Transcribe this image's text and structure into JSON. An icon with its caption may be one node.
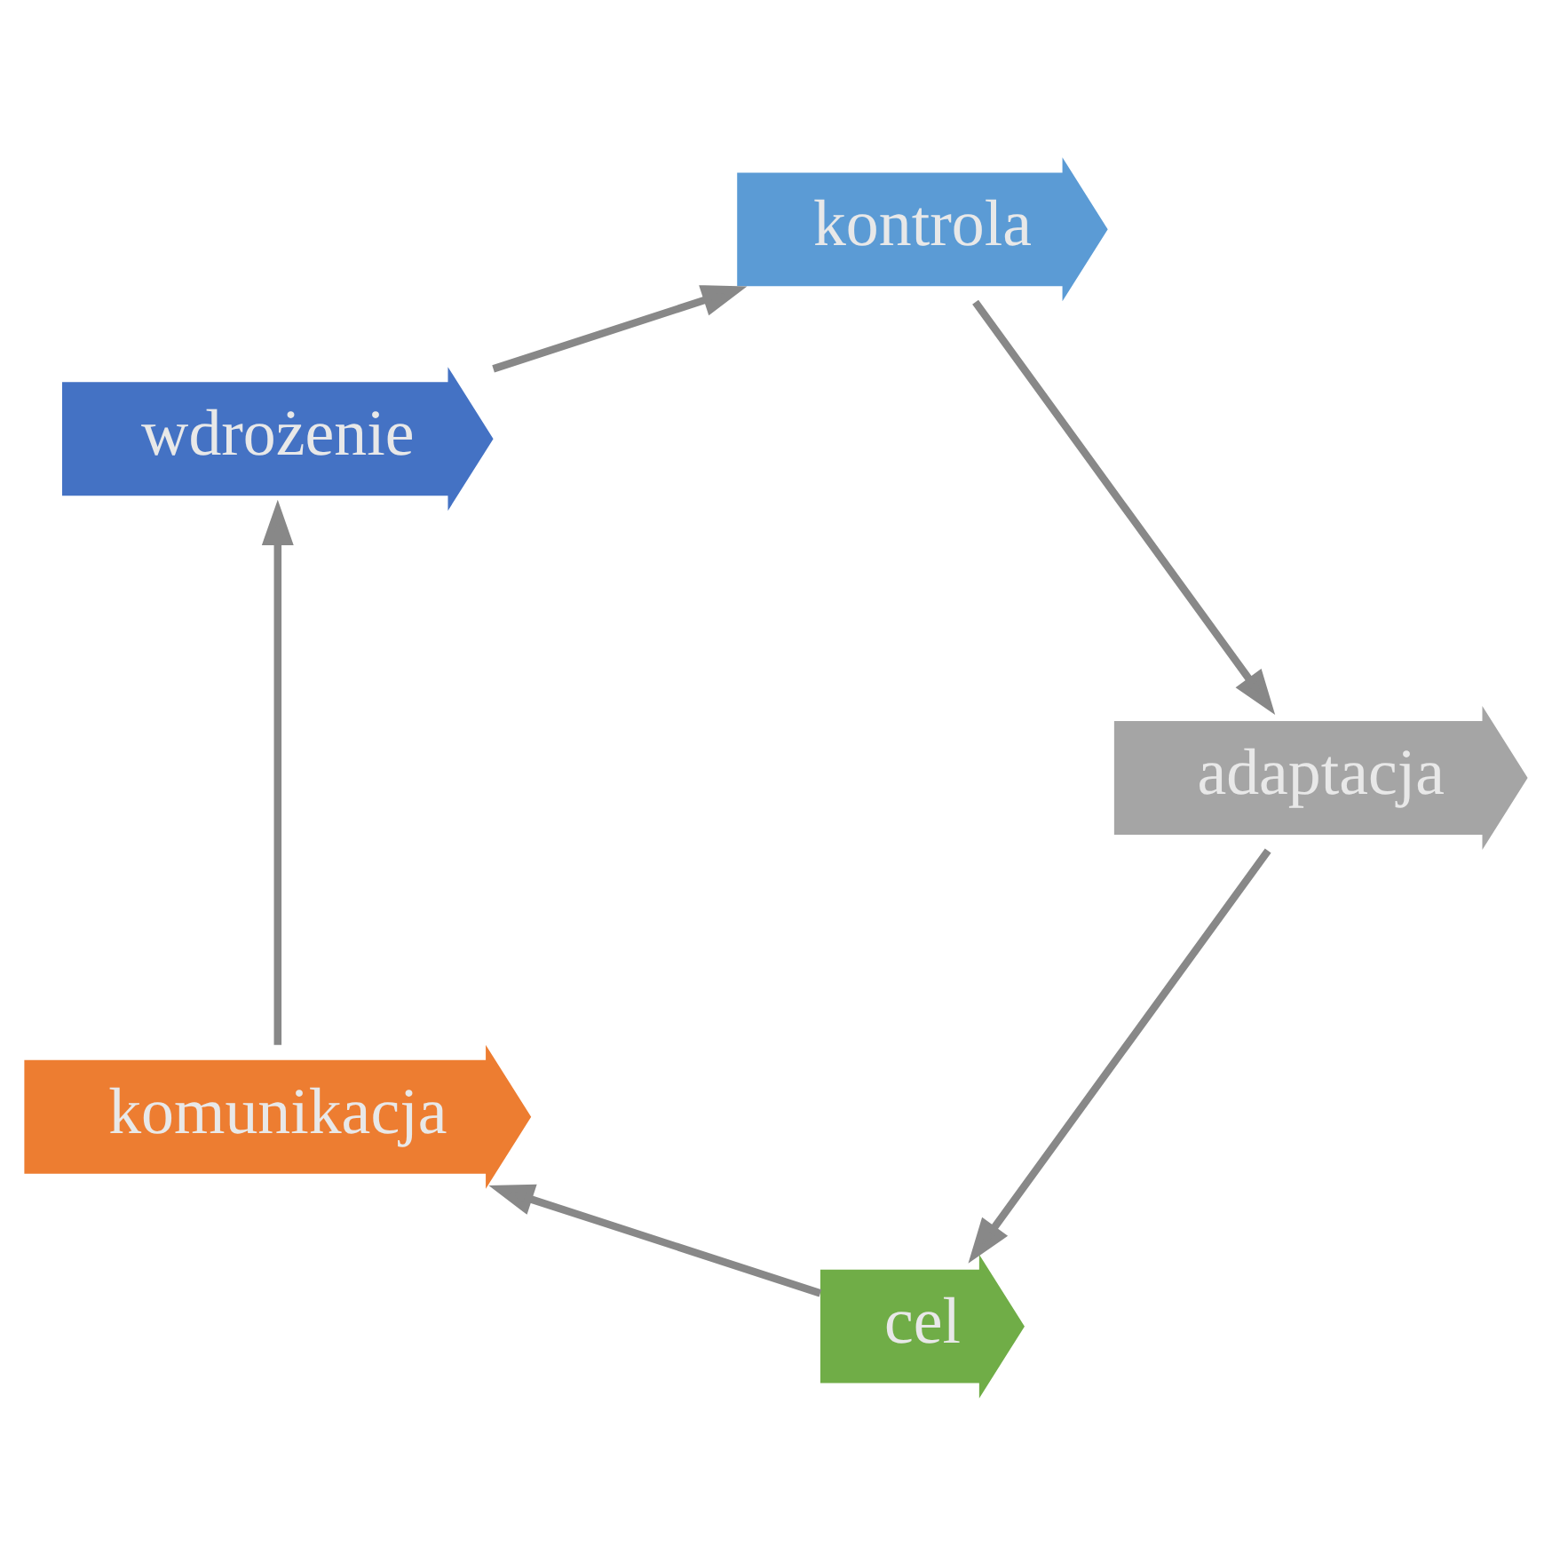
{
  "diagram": {
    "nodes": [
      {
        "text": [
          "cel"
        ]
      },
      {
        "text": [
          "komunikacja"
        ]
      },
      {
        "text": [
          "wdrożenie"
        ]
      },
      {
        "text": [
          "kontrola"
        ]
      },
      {
        "text": [
          "adaptacja"
        ]
      }
    ],
    "edges": [
      {
        "from": 0,
        "to": 1,
        "arrow": "to"
      },
      {
        "from": 1,
        "to": 2,
        "arrow": "to"
      },
      {
        "from": 2,
        "to": 3,
        "arrow": "to"
      },
      {
        "from": 3,
        "to": 4,
        "arrow": "to"
      },
      {
        "from": 4,
        "to": 0,
        "arrow": "to"
      }
    ]
  }
}
